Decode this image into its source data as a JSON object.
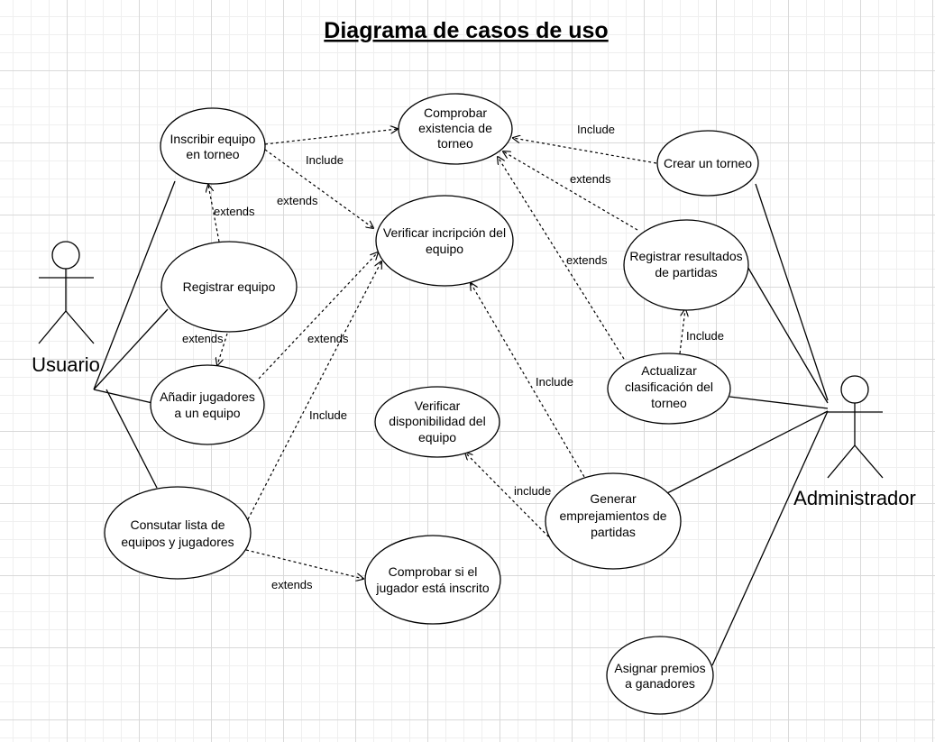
{
  "title": "Diagrama de casos de uso",
  "actors": {
    "user": "Usuario",
    "admin": "Administrador"
  },
  "use_cases": {
    "inscribir": [
      "Inscribir equipo",
      "en torneo"
    ],
    "comprobar_existencia": [
      "Comprobar",
      "existencia de",
      "torneo"
    ],
    "crear_torneo": [
      "Crear un torneo"
    ],
    "verificar_inscripcion": [
      "Verificar incripción del",
      "equipo"
    ],
    "registrar_equipo": [
      "Registrar equipo"
    ],
    "registrar_resultados": [
      "Registrar resultados",
      "de partidas"
    ],
    "anadir_jugadores": [
      "Añadir jugadores",
      "a un equipo"
    ],
    "actualizar_clasificacion": [
      "Actualizar",
      "clasificación del",
      "torneo"
    ],
    "verificar_disponibilidad": [
      "Verificar",
      "disponibilidad del",
      "equipo"
    ],
    "consultar_lista": [
      "Consutar lista de",
      "equipos y jugadores"
    ],
    "generar_emparejamientos": [
      "Generar",
      "emprejamientos de",
      "partidas"
    ],
    "comprobar_jugador": [
      "Comprobar si el",
      "jugador está inscrito"
    ],
    "asignar_premios": [
      "Asignar premios",
      "a ganadores"
    ]
  },
  "relations": {
    "include": "Include",
    "include_lower": "include",
    "extends": "extends"
  }
}
